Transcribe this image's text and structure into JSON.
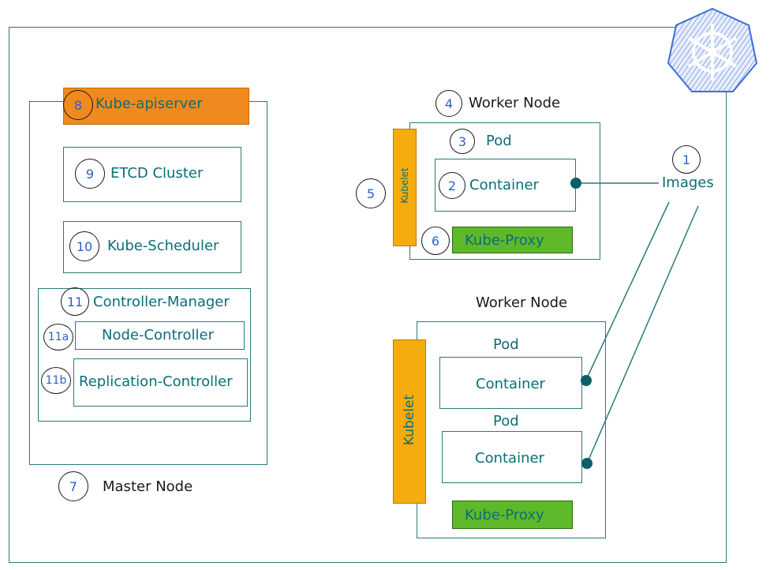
{
  "master": {
    "label": "Master Node",
    "label_number": "7",
    "apiserver": {
      "label": "Kube-apiserver",
      "number": "8"
    },
    "etcd": {
      "label": "ETCD Cluster",
      "number": "9"
    },
    "scheduler": {
      "label": "Kube-Scheduler",
      "number": "10"
    },
    "controller_manager": {
      "label": "Controller-Manager",
      "number": "11",
      "node_controller": {
        "label": "Node-Controller",
        "number": "11a"
      },
      "replication_controller": {
        "label": "Replication-Controller",
        "number": "11b"
      }
    }
  },
  "worker1": {
    "label": "Worker Node",
    "number": "4",
    "kubelet": {
      "label": "Kubelet",
      "number": "5"
    },
    "pod": {
      "label": "Pod",
      "number": "3"
    },
    "container": {
      "label": "Container",
      "number": "2"
    },
    "kube_proxy": {
      "label": "Kube-Proxy",
      "number": "6"
    }
  },
  "worker2": {
    "label": "Worker Node",
    "kubelet": {
      "label": "Kubelet"
    },
    "pod1": {
      "label": "Pod"
    },
    "container1": {
      "label": "Container"
    },
    "pod2": {
      "label": "Pod"
    },
    "container2": {
      "label": "Container"
    },
    "kube_proxy": {
      "label": "Kube-Proxy"
    }
  },
  "images": {
    "label": "Images",
    "number": "1"
  },
  "colors": {
    "apiserver": "#f08a1e",
    "kubelet": "#f5ac0e",
    "kube_proxy": "#5fb82a",
    "numbers": "#2a62c9",
    "teal_text": "#0b6e75",
    "logo": "#3b6fd8"
  },
  "icons": {
    "logo": "kubernetes-helm-wheel-icon"
  }
}
